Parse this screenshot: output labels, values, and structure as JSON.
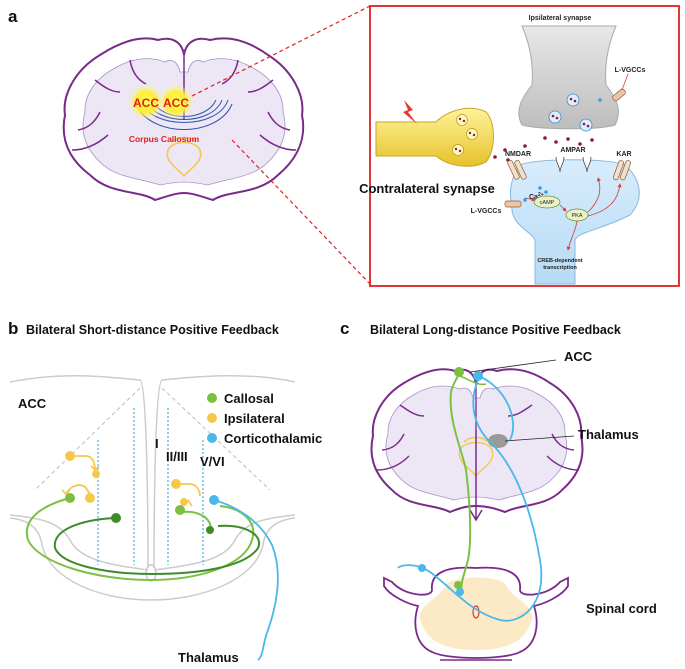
{
  "panel_a": {
    "label": "a",
    "acc_left": "ACC",
    "acc_right": "ACC",
    "corpus_callosum": "Corpus Callosum",
    "inset": {
      "ipsilateral": "Ipsilateral synapse",
      "contralateral": "Contralateral synapse",
      "lvgcc_top": "L-VGCCs",
      "lvgcc_bottom": "L-VGCCs",
      "nmdar": "NMDAR",
      "ampar": "AMPAR",
      "kar": "KAR",
      "ca": "Ca",
      "ca_sup": "2+",
      "camp": "cAMP",
      "pka": "PKA",
      "creb_line1": "CREB-dependent",
      "creb_line2": "transcription"
    }
  },
  "panel_b": {
    "label": "b",
    "title": "Bilateral Short-distance Positive Feedback",
    "acc": "ACC",
    "layer_1": "I",
    "layer_23": "II/III",
    "layer_56": "V/VI",
    "thalamus": "Thalamus",
    "legend": [
      {
        "label": "Callosal",
        "color": "#7cc043"
      },
      {
        "label": "Ipsilateral",
        "color": "#f5c84c"
      },
      {
        "label": "Corticothalamic",
        "color": "#4ab8e8"
      }
    ]
  },
  "panel_c": {
    "label": "c",
    "title": "Bilateral Long-distance Positive Feedback",
    "acc": "ACC",
    "thalamus": "Thalamus",
    "spinal": "Spinal cord"
  },
  "colors": {
    "callosal": "#7cc043",
    "callosal_dark": "#3f8a2a",
    "ipsilateral": "#f5c84c",
    "corticothalamic": "#4ab8e8",
    "cortex": "#7a2a8c",
    "inset_border": "#e02020"
  }
}
